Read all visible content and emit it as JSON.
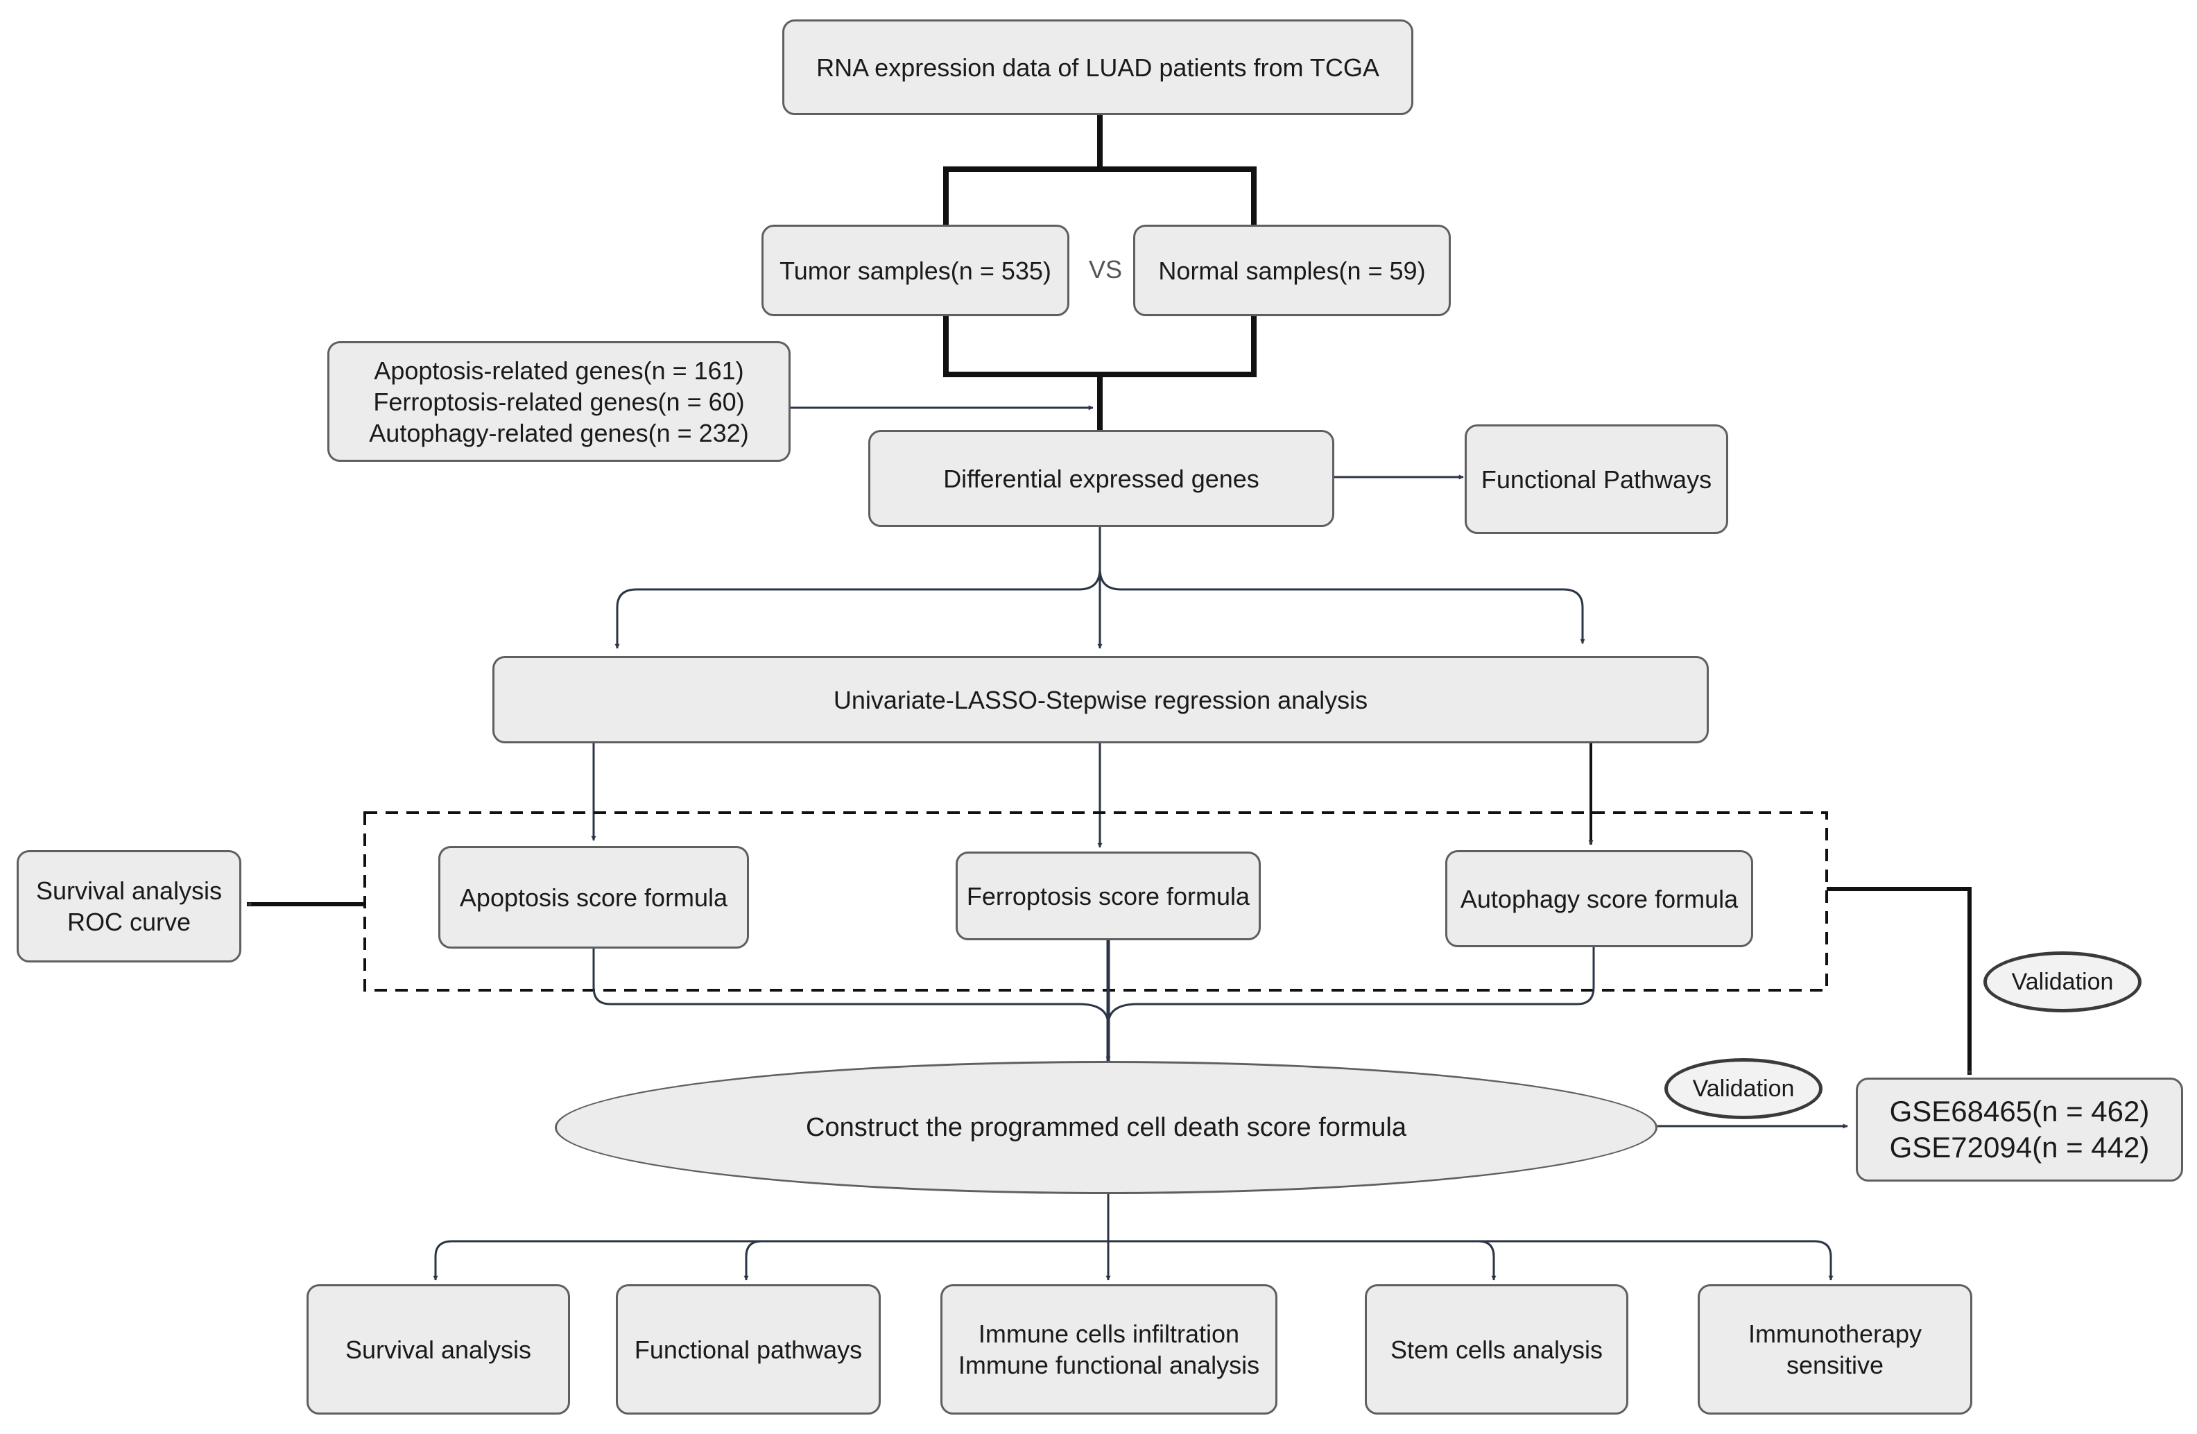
{
  "nodes": {
    "rna": "RNA expression data of LUAD patients from TCGA",
    "tumor": "Tumor samples(n = 535)",
    "vs": "VS",
    "normal": "Normal samples(n = 59)",
    "genes": [
      "Apoptosis-related genes(n = 161)",
      "Ferroptosis-related genes(n = 60)",
      "Autophagy-related genes(n = 232)"
    ],
    "deg": "Differential expressed genes",
    "functional_pathways_top": "Functional Pathways",
    "regression": "Univariate-LASSO-Stepwise regression analysis",
    "apoptosis_formula": "Apoptosis score formula",
    "ferroptosis_formula": "Ferroptosis score formula",
    "autophagy_formula": "Autophagy score formula",
    "survival_roc": [
      "Survival analysis",
      "ROC curve"
    ],
    "validation_right": "Validation",
    "validation_mid": "Validation",
    "pcd_formula": "Construct the programmed cell death score formula",
    "gse": [
      "GSE68465(n = 462)",
      "GSE72094(n = 442)"
    ],
    "outputs": {
      "survival": "Survival analysis",
      "functional": "Functional pathways",
      "immune": [
        "Immune cells infiltration",
        "Immune functional analysis"
      ],
      "stem": "Stem cells analysis",
      "immunotherapy": [
        "Immunotherapy",
        "sensitive"
      ]
    }
  }
}
